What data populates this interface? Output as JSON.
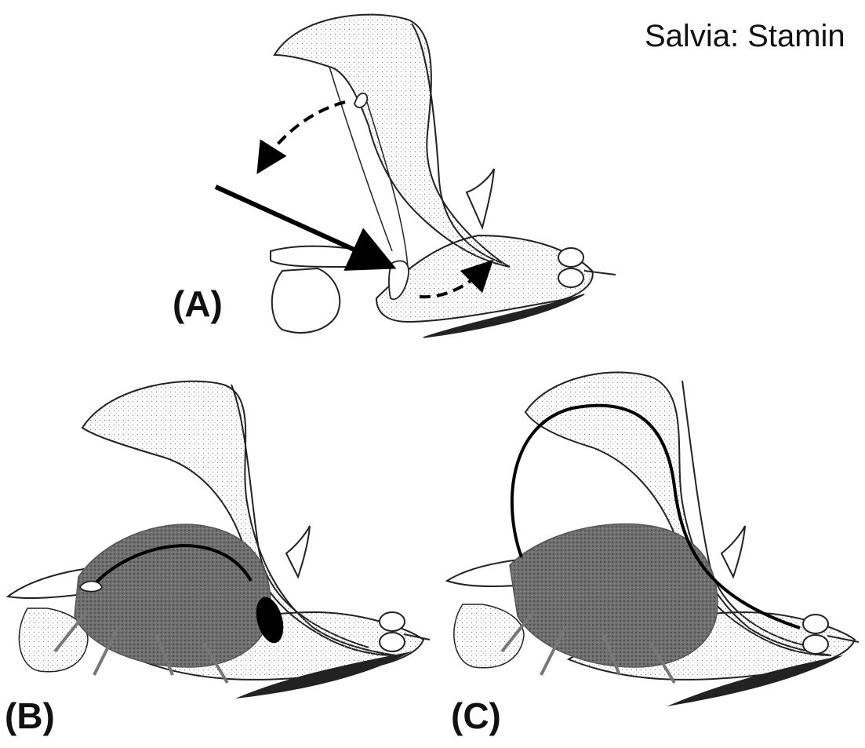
{
  "title": "Salvia: Stamin",
  "panels": [
    {
      "label": "(A)"
    },
    {
      "label": "(B)"
    },
    {
      "label": "(C)"
    }
  ]
}
